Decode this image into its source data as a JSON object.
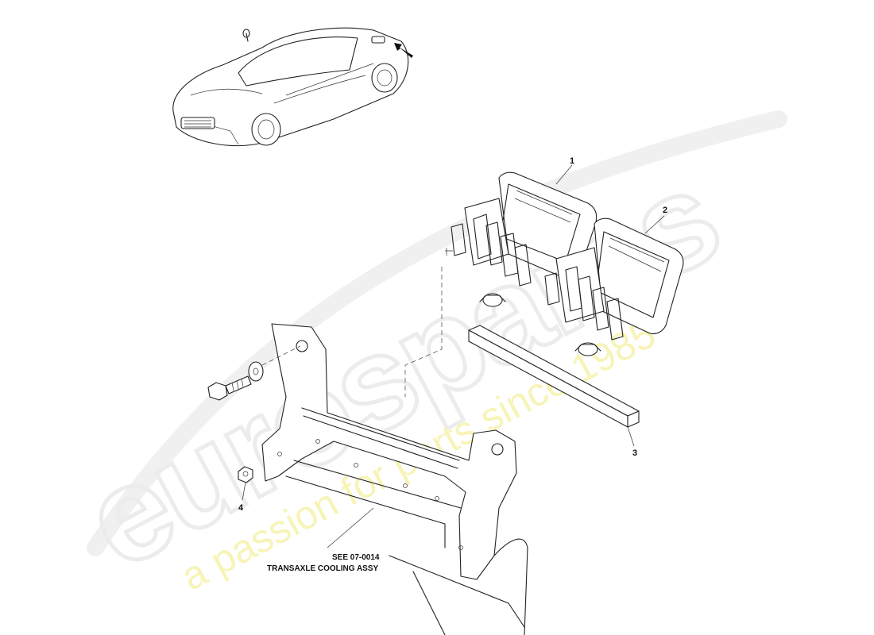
{
  "watermark": {
    "brand": "eurospares",
    "tagline": "a passion for parts since 1985"
  },
  "callouts": {
    "item_1": "1",
    "item_2": "2",
    "item_3": "3",
    "item_4": "4"
  },
  "reference_note": {
    "line1": "SEE 07-0014",
    "line2": "TRANSAXLE COOLING ASSY"
  }
}
